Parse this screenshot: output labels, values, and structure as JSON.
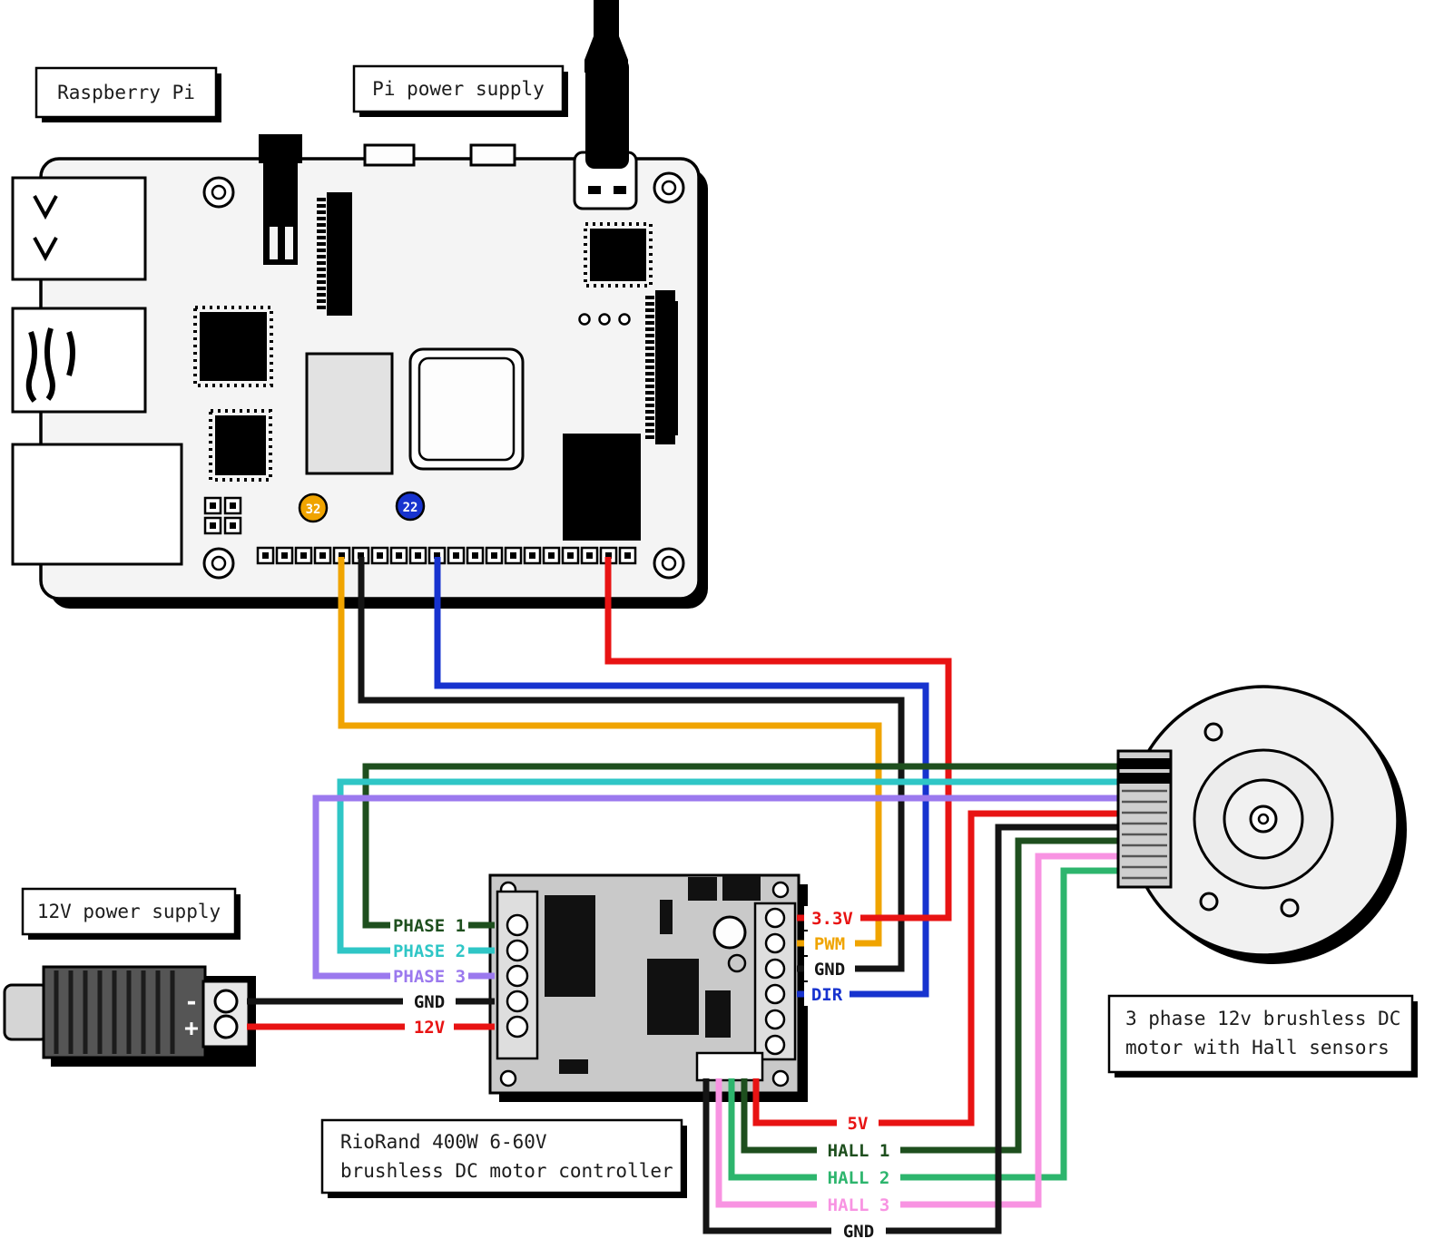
{
  "labels": {
    "raspberry_pi": "Raspberry Pi",
    "pi_power_supply": "Pi power supply",
    "supply_12v": "12V power supply",
    "controller_line1": "RioRand 400W 6-60V",
    "controller_line2": "brushless DC motor controller",
    "motor_line1": "3 phase 12v brushless DC",
    "motor_line2": "motor with Hall sensors"
  },
  "badges": {
    "pwm_pin": "32",
    "dir_pin": "22"
  },
  "controller_left": {
    "phase1": "PHASE 1",
    "phase2": "PHASE 2",
    "phase3": "PHASE 3",
    "gnd": "GND",
    "v12": "12V"
  },
  "controller_right": {
    "v33": "3.3V",
    "pwm": "PWM",
    "gnd": "GND",
    "dir": "DIR"
  },
  "motor_wires": {
    "v5": "5V",
    "hall1": "HALL 1",
    "hall2": "HALL 2",
    "hall3": "HALL 3",
    "gnd": "GND"
  },
  "terminals": {
    "minus": "-",
    "plus": "+"
  },
  "colors": {
    "red": "#e81313",
    "orange": "#f0a400",
    "black": "#141414",
    "blue": "#1733cf",
    "dark_green": "#1e4f1e",
    "cyan": "#2fc6c6",
    "purple": "#9b79ee",
    "green": "#2db56d",
    "pink": "#f893e2"
  }
}
